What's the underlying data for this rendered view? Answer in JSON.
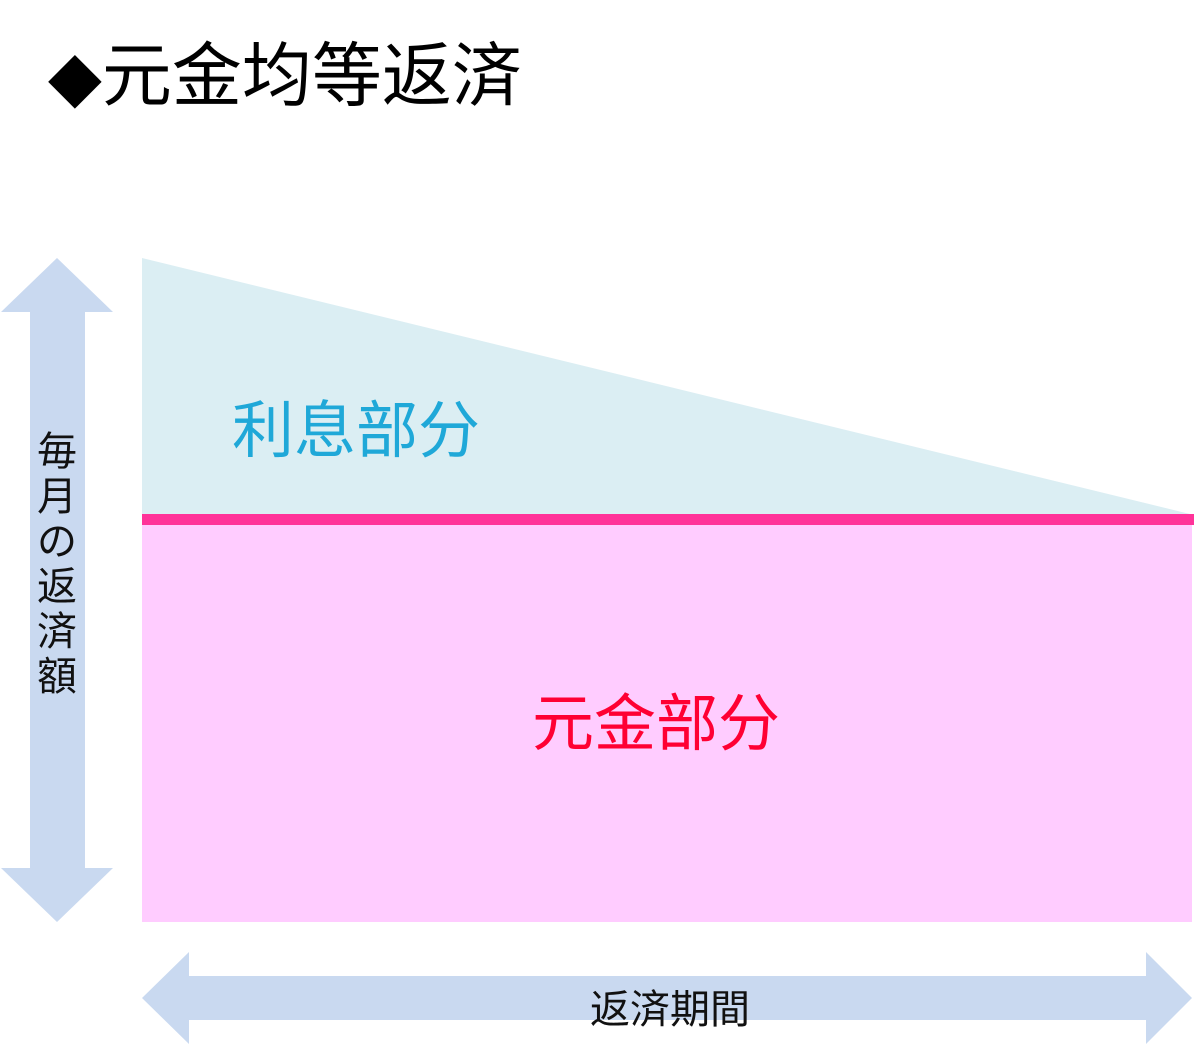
{
  "title": "◆元金均等返済",
  "regions": {
    "interest": {
      "label": "利息部分"
    },
    "principal": {
      "label": "元金部分"
    }
  },
  "axes": {
    "y_label": [
      "毎",
      "月",
      "の",
      "返",
      "済",
      "額"
    ],
    "x_label": "返済期間"
  },
  "colors": {
    "interest_fill": "#dbeef3",
    "principal_fill": "#ffccff",
    "divider_line": "#ff3399",
    "interest_text": "#1fa8d8",
    "principal_text": "#ff0033",
    "arrow_fill": "#c9d9f0"
  }
}
